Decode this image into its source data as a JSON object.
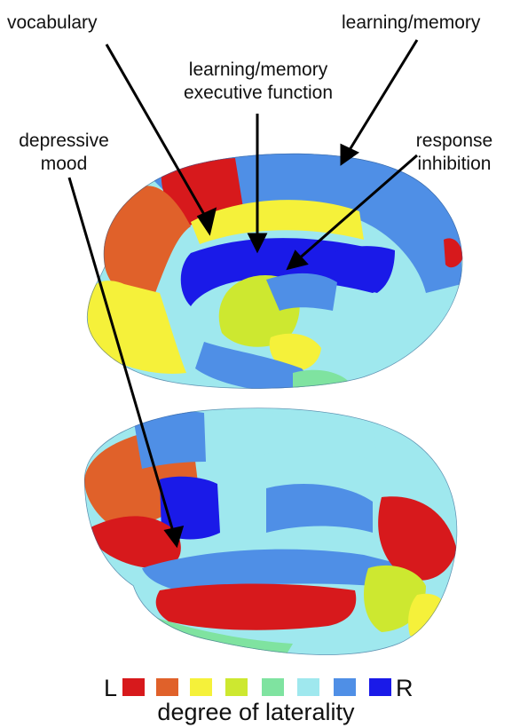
{
  "annotations": {
    "vocabulary": "vocabulary",
    "learning_memory_top": "learning/memory",
    "learning_memory_center_1": "learning/memory",
    "learning_memory_center_2": "executive function",
    "depressive_1": "depressive",
    "depressive_2": "mood",
    "response_1": "response",
    "response_2": "inhibition"
  },
  "legend": {
    "left_label": "L",
    "right_label": "R",
    "title": "degree of laterality",
    "colors": [
      "#d7191c",
      "#e0612a",
      "#f5f13a",
      "#cde830",
      "#7fe3a0",
      "#9fe8ee",
      "#4f8fe6",
      "#1a1ae8"
    ]
  }
}
